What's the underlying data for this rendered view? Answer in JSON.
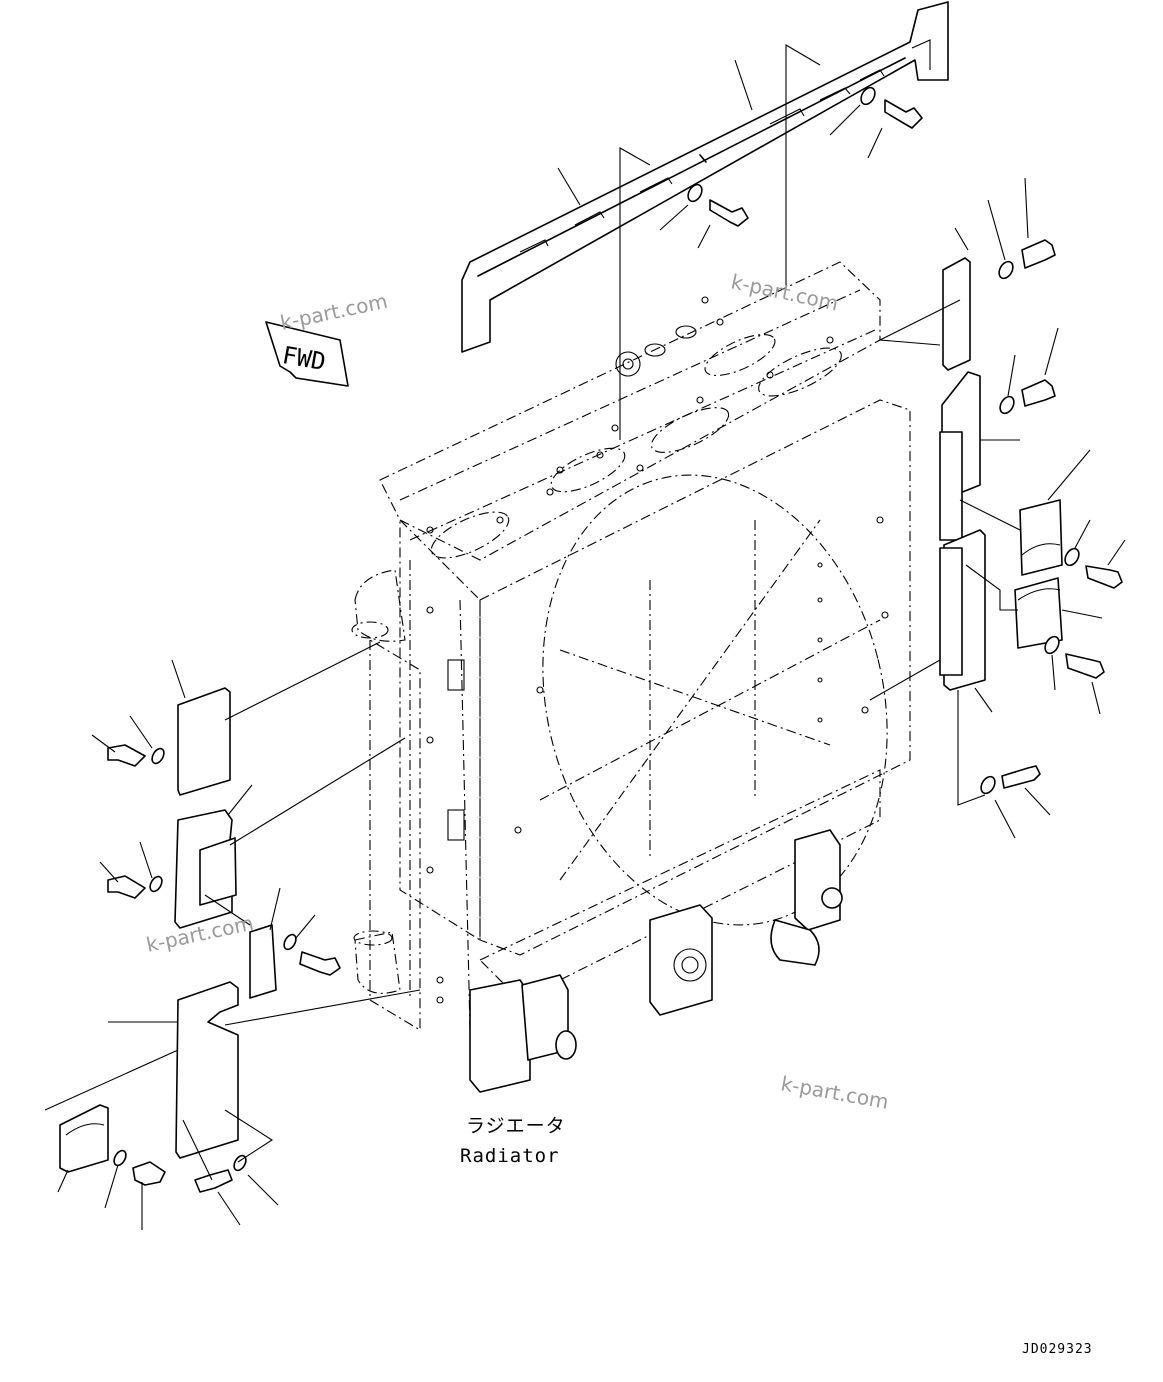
{
  "labels": {
    "part_name_jp": "ラジエータ",
    "part_name_en": "Radiator",
    "fwd_arrow": "FWD",
    "drawing_code": "JD029323"
  },
  "watermarks": [
    "k-part.com",
    "k-part.com",
    "k-part.com",
    "k-part.com"
  ]
}
